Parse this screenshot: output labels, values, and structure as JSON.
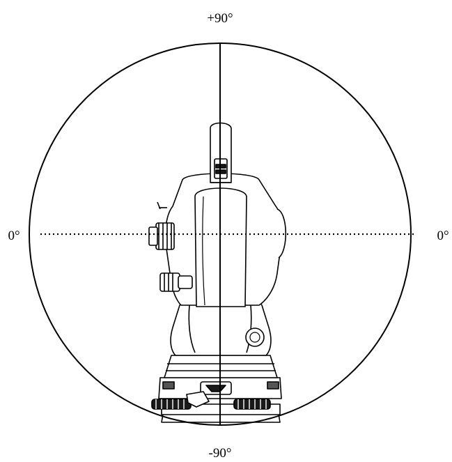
{
  "labels": {
    "top": "+90°",
    "bottom": "-90°",
    "left": "0°",
    "right": "0°"
  },
  "colors": {
    "line": "#000000",
    "background": "#ffffff"
  },
  "figure": {
    "subject": "instrument-side-view-icon"
  }
}
